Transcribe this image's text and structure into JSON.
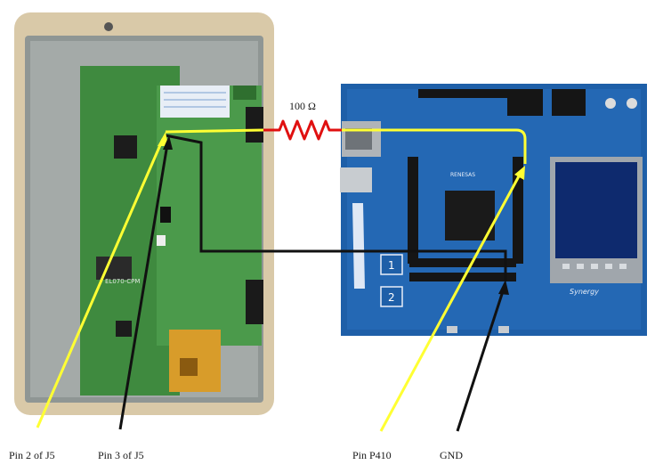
{
  "diagram": {
    "labels": {
      "pin2_j5": "Pin 2 of J5",
      "pin3_j5": "Pin 3 of J5",
      "pin_p410": "Pin P410",
      "gnd": "GND",
      "resistor": "100 Ω"
    },
    "board_text": {
      "display_vendor_code": "EL070-CPM",
      "board_brand": "RENESAS",
      "board_product": "Synergy",
      "header_1": "1",
      "header_2": "2"
    },
    "colors": {
      "signal_wire": "#ffff33",
      "ground_wire": "#111111",
      "resistor": "#e01010",
      "display_pcb": "#3f8a3f",
      "mcu_board": "#1e5fa8"
    }
  }
}
